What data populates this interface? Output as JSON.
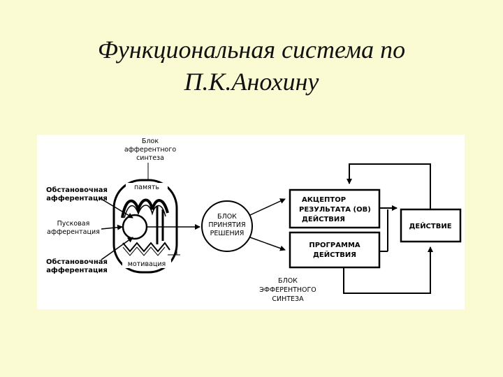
{
  "title": {
    "line1": "Функциональная система по",
    "line2": "П.К.Анохину"
  },
  "diagram": {
    "afferent_synthesis_block": [
      "Блок",
      "афферентного",
      "синтеза"
    ],
    "situational_afferentation_top": [
      "Обстановочная",
      "афферентация"
    ],
    "trigger_afferentation": [
      "Пусковая",
      "афферентация"
    ],
    "situational_afferentation_bottom": [
      "Обстановочная",
      "афферентация"
    ],
    "memory": "память",
    "motivation": "мотивация",
    "decision_block": [
      "БЛОК",
      "ПРИНЯТИЯ",
      "РЕШЕНИЯ"
    ],
    "acceptor": [
      "АКЦЕПТОР",
      "РЕЗУЛЬТАТА (ОВ)",
      "ДЕЙСТВИЯ"
    ],
    "program": [
      "ПРОГРАММА",
      "ДЕЙСТВИЯ"
    ],
    "action": "ДЕЙСТВИЕ",
    "efferent_synthesis_block": [
      "БЛОК",
      "ЭФФЕРЕНТНОГО",
      "СИНТЕЗА"
    ]
  },
  "colors": {
    "background": "#fbfbd3",
    "panel": "#ffffff",
    "ink": "#000000"
  }
}
